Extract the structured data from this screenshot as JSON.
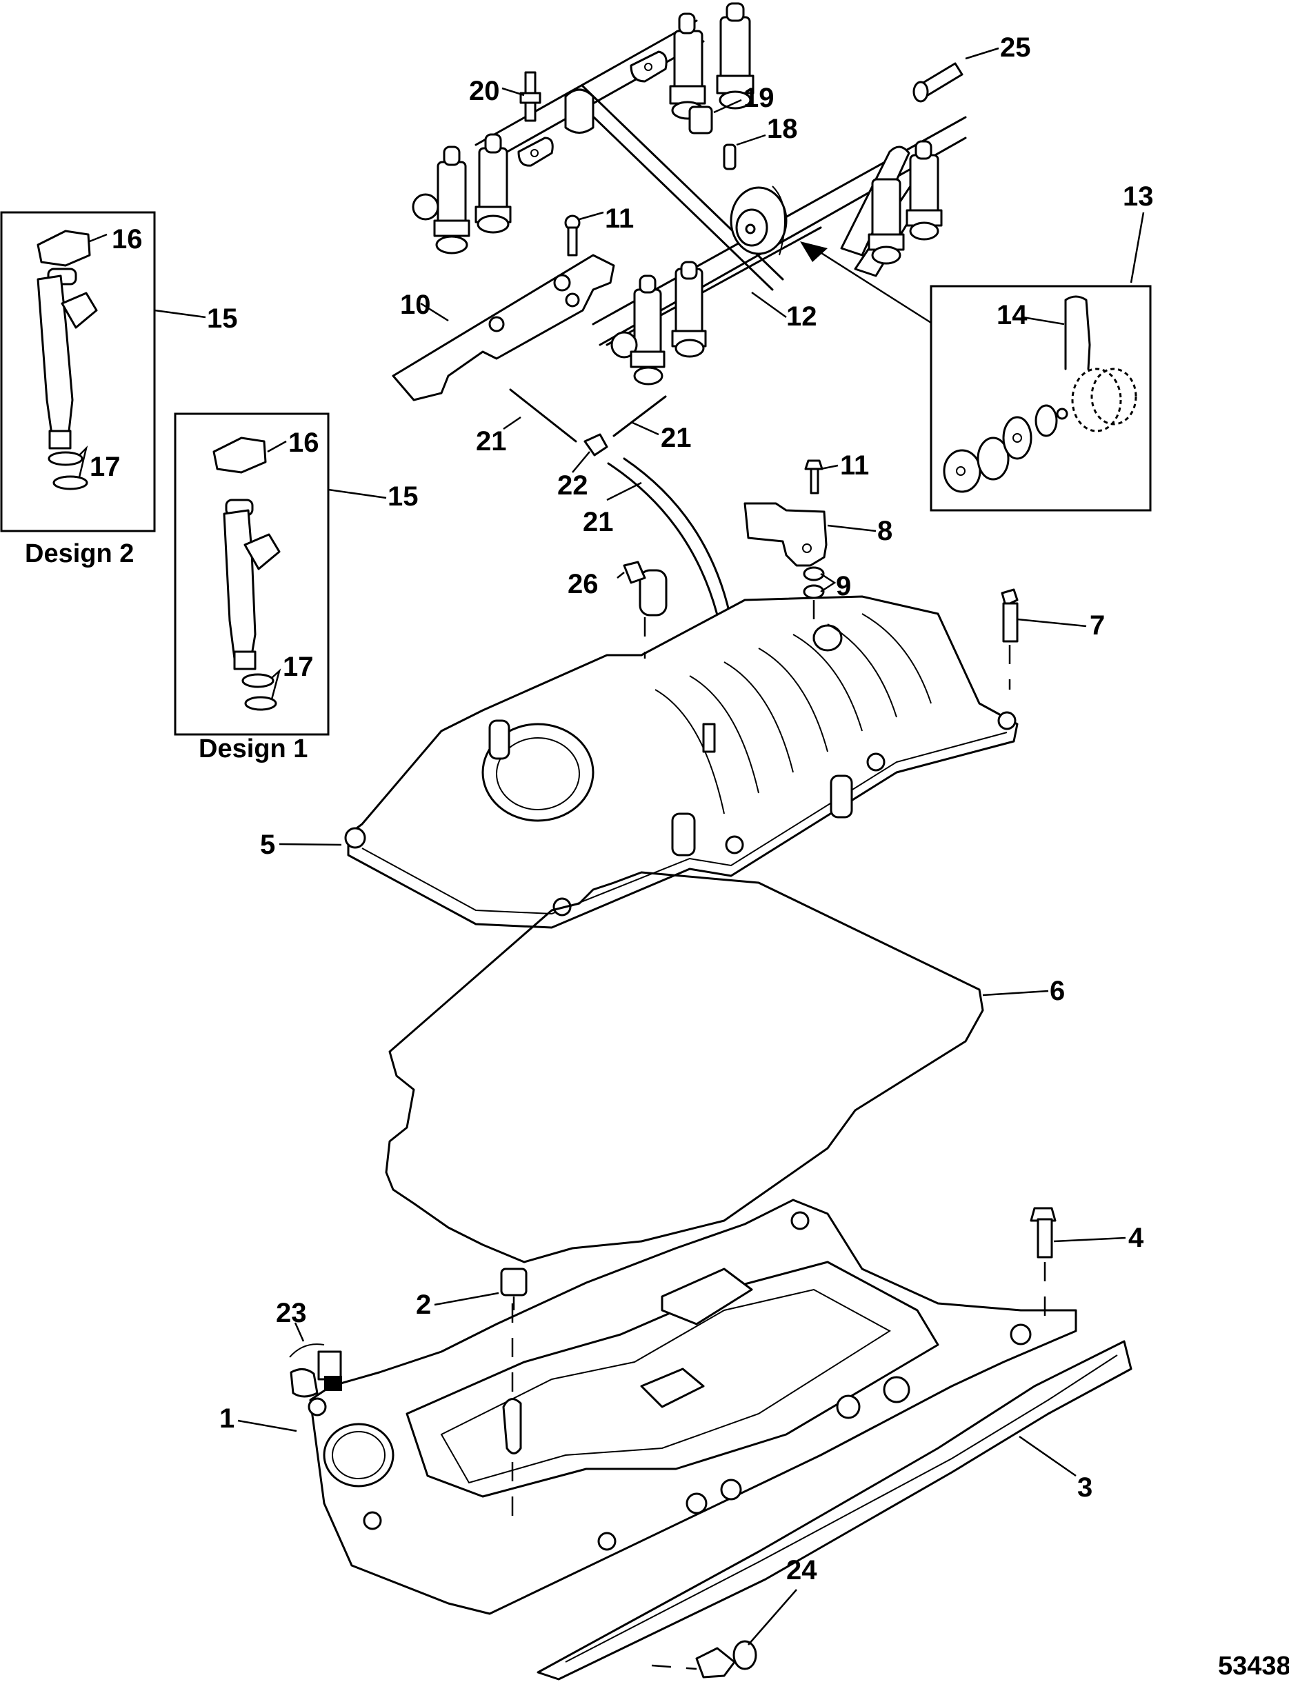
{
  "diagram": {
    "title": "Intake Manifold and Fuel Rail Exploded View",
    "reference_number": "53438",
    "captions": {
      "design_1": "Design 1",
      "design_2": "Design 2"
    },
    "callouts": [
      {
        "id": "c1",
        "label": "1",
        "part": "lower-intake-manifold"
      },
      {
        "id": "c2",
        "label": "2",
        "part": "plug"
      },
      {
        "id": "c3",
        "label": "3",
        "part": "lower-manifold-gasket"
      },
      {
        "id": "c4",
        "label": "4",
        "part": "lower-manifold-bolt"
      },
      {
        "id": "c5",
        "label": "5",
        "part": "upper-intake-manifold"
      },
      {
        "id": "c6",
        "label": "6",
        "part": "upper-manifold-gasket"
      },
      {
        "id": "c7",
        "label": "7",
        "part": "upper-manifold-bolt"
      },
      {
        "id": "c8",
        "label": "8",
        "part": "map-sensor"
      },
      {
        "id": "c9",
        "label": "9",
        "part": "map-sensor-o-rings"
      },
      {
        "id": "c10",
        "label": "10",
        "part": "fuel-rail-bracket"
      },
      {
        "id": "c11a",
        "label": "11",
        "part": "bracket-screw"
      },
      {
        "id": "c11b",
        "label": "11",
        "part": "sensor-screw"
      },
      {
        "id": "c12",
        "label": "12",
        "part": "fuel-rail"
      },
      {
        "id": "c13",
        "label": "13",
        "part": "fuel-pressure-regulator-kit"
      },
      {
        "id": "c14",
        "label": "14",
        "part": "regulator-retaining-clip"
      },
      {
        "id": "c15a",
        "label": "15",
        "part": "fuel-injector-design-2"
      },
      {
        "id": "c15b",
        "label": "15",
        "part": "fuel-injector-design-1"
      },
      {
        "id": "c16a",
        "label": "16",
        "part": "injector-clip-design-2"
      },
      {
        "id": "c16b",
        "label": "16",
        "part": "injector-clip-design-1"
      },
      {
        "id": "c17a",
        "label": "17",
        "part": "injector-o-rings-design-2"
      },
      {
        "id": "c17b",
        "label": "17",
        "part": "injector-o-rings-design-1"
      },
      {
        "id": "c18",
        "label": "18",
        "part": "schrader-valve"
      },
      {
        "id": "c19",
        "label": "19",
        "part": "valve-cap"
      },
      {
        "id": "c20",
        "label": "20",
        "part": "stud"
      },
      {
        "id": "c21a",
        "label": "21",
        "part": "vacuum-hose-left"
      },
      {
        "id": "c21b",
        "label": "21",
        "part": "vacuum-hose-right"
      },
      {
        "id": "c21c",
        "label": "21",
        "part": "vacuum-hose-long"
      },
      {
        "id": "c22",
        "label": "22",
        "part": "vacuum-tee"
      },
      {
        "id": "c23",
        "label": "23",
        "part": "pipe-plug-and-fitting"
      },
      {
        "id": "c24",
        "label": "24",
        "part": "drain-plug"
      },
      {
        "id": "c25",
        "label": "25",
        "part": "fuel-line-fitting"
      },
      {
        "id": "c26",
        "label": "26",
        "part": "pcv-elbow"
      }
    ]
  }
}
